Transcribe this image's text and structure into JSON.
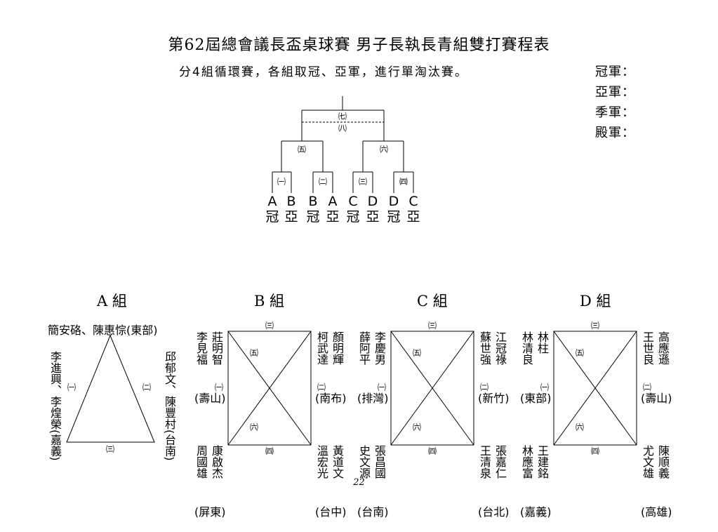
{
  "header": {
    "title": "第62屆總會議長盃桌球賽 男子長執長青組雙打賽程表",
    "subtitle": "分4組循環賽，各組取冠、亞軍，進行單淘汰賽。"
  },
  "awards": [
    "冠軍：",
    "亞軍：",
    "季軍：",
    "殿軍："
  ],
  "bracket": {
    "matches": {
      "m1": "㈠",
      "m2": "㈡",
      "m3": "㈢",
      "m4": "㈣",
      "m5": "㈤",
      "m6": "㈥",
      "m7": "㈦",
      "m8": "㈧"
    },
    "seeds": [
      {
        "letter": "A",
        "rank": "冠"
      },
      {
        "letter": "B",
        "rank": "亞"
      },
      {
        "letter": "B",
        "rank": "冠"
      },
      {
        "letter": "A",
        "rank": "亞"
      },
      {
        "letter": "C",
        "rank": "冠"
      },
      {
        "letter": "D",
        "rank": "亞"
      },
      {
        "letter": "D",
        "rank": "冠"
      },
      {
        "letter": "C",
        "rank": "亞"
      }
    ]
  },
  "groups": {
    "A": {
      "title": "A 組",
      "top_team": "簡安硌、陳惠悰(東部)",
      "left_team": "李進興、李煌榮(嘉義)",
      "right_team": "邱郁文、陳豐村(台南)",
      "m_left": "㈠",
      "m_right": "㈡",
      "m_bottom": "㈢"
    },
    "B": {
      "title": "B 組",
      "tl_cols": [
        "莊明智",
        "李見福"
      ],
      "tl_region": "(壽山)",
      "tr_cols": [
        "顏明輝",
        "柯武達"
      ],
      "tr_region": "(南布)",
      "bl_cols": [
        "康啟杰",
        "周國雄"
      ],
      "bl_region": "(屏東)",
      "br_cols": [
        "黃道文",
        "溫宏光"
      ],
      "br_region": "(台中)",
      "m_top": "㈢",
      "m_left": "㈠",
      "m_right": "㈡",
      "m_bottom": "㈣",
      "m_x1": "㈤",
      "m_x2": "㈥"
    },
    "C": {
      "title": "C 組",
      "tl_cols": [
        "李慶男",
        "薛阿平"
      ],
      "tl_region": "(排灣)",
      "tr_cols": [
        "江冠祿",
        "蘇世強"
      ],
      "tr_region": "(新竹)",
      "bl_cols": [
        "張昌國",
        "史文源"
      ],
      "bl_region": "(台南)",
      "br_cols": [
        "張嘉仁",
        "王清泉"
      ],
      "br_region": "(台北)",
      "m_top": "㈢",
      "m_left": "㈠",
      "m_right": "㈡",
      "m_bottom": "㈣",
      "m_x1": "㈤",
      "m_x2": "㈥"
    },
    "D": {
      "title": "D 組",
      "tl_cols": [
        "林柱",
        "林清良"
      ],
      "tl_region": "(東部)",
      "tr_cols": [
        "高應遜",
        "王世良"
      ],
      "tr_region": "(壽山)",
      "bl_cols": [
        "王建銘",
        "林應富"
      ],
      "bl_region": "(嘉義)",
      "br_cols": [
        "陳順義",
        "尤文雄"
      ],
      "br_region": "(高雄)",
      "m_top": "㈢",
      "m_left": "㈠",
      "m_right": "㈡",
      "m_bottom": "㈣",
      "m_x1": "㈤",
      "m_x2": "㈥"
    }
  },
  "page_number": "22"
}
